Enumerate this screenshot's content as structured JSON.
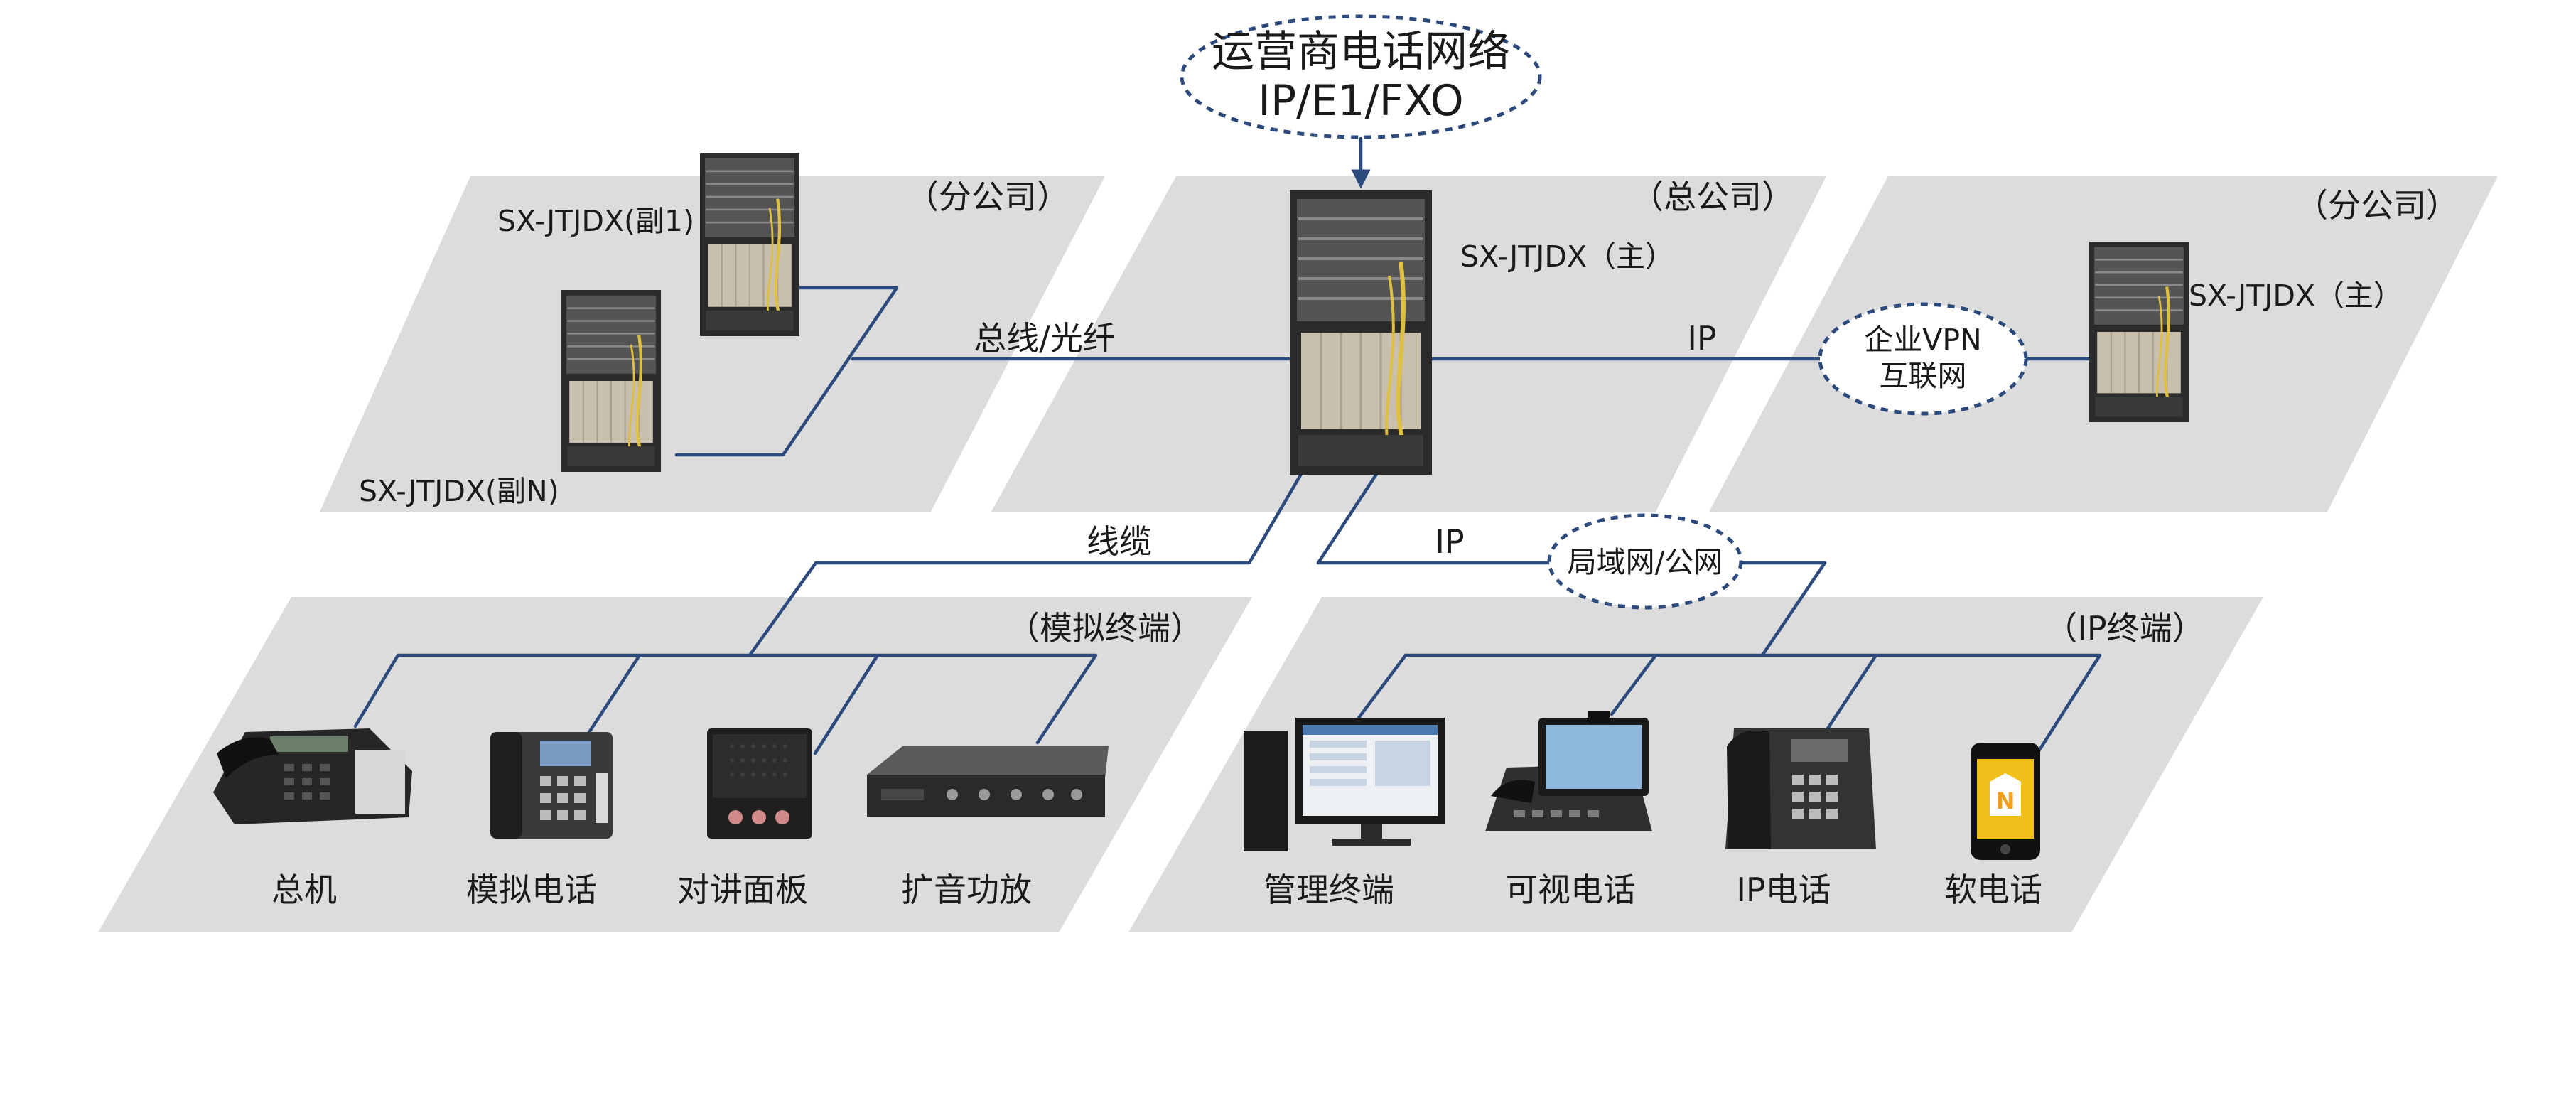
{
  "carrier": {
    "line1": "运营商电话网络",
    "line2": "IP/E1/FXO"
  },
  "zones": {
    "branch_left": "（分公司）",
    "hq": "（总公司）",
    "branch_right": "（分公司）",
    "analog": "（模拟终端）",
    "ip": "（IP终端）"
  },
  "servers": {
    "sub1": "SX-JTJDX(副1)",
    "subN": "SX-JTJDX(副N)",
    "main": "SX-JTJDX（主）",
    "branch_main": "SX-JTJDX（主）"
  },
  "links": {
    "bus_fiber": "总线/光纤",
    "ip_top": "IP",
    "cable": "线缆",
    "ip_bottom": "IP"
  },
  "networks": {
    "vpn_line1": "企业VPN",
    "vpn_line2": "互联网",
    "lan": "局域网/公网"
  },
  "devices": {
    "switchboard": "总机",
    "analog_phone": "模拟电话",
    "intercom": "对讲面板",
    "amplifier": "扩音功放",
    "mgmt_terminal": "管理终端",
    "video_phone": "可视电话",
    "ip_phone": "IP电话",
    "softphone": "软电话"
  },
  "colors": {
    "line": "#2c4a7c",
    "zone": "#dcdcdc",
    "cabinet": "#2b2b2b",
    "cable": "#e0c040"
  }
}
